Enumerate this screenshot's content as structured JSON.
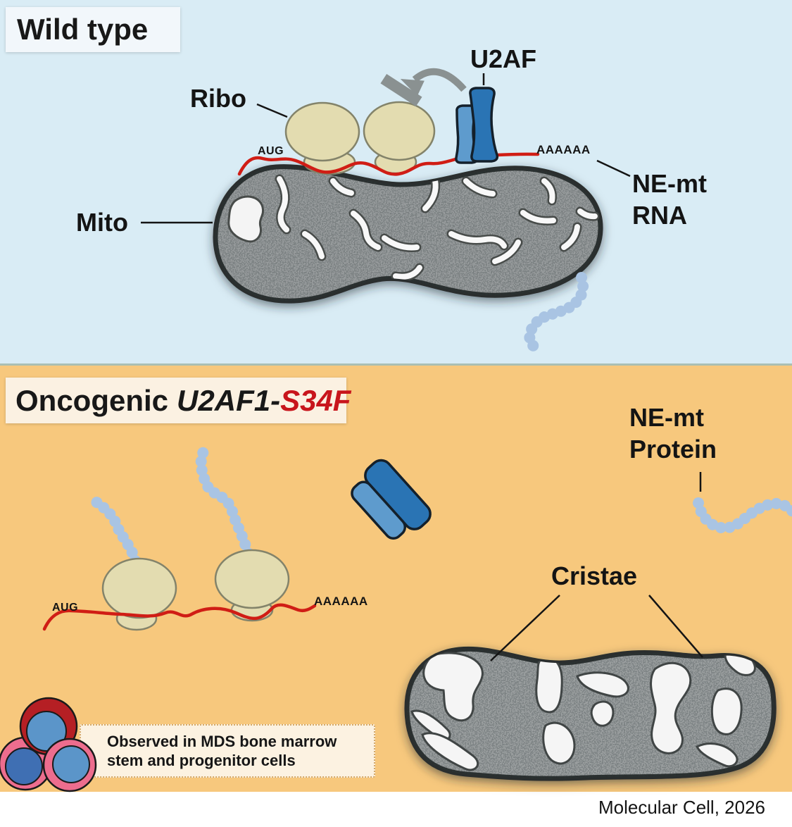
{
  "wild_type_panel": {
    "title": "Wild type",
    "labels": {
      "ribosome": "Ribo",
      "u2af": "U2AF",
      "mito": "Mito",
      "start_codon": "AUG",
      "poly_a": "AAAAAA",
      "ne_mt_rna_line1": "NE-mt",
      "ne_mt_rna_line2": "RNA"
    }
  },
  "mutant_panel": {
    "title_prefix": "Oncogenic",
    "title_gene": "U2AF1-",
    "title_mutation": "S34F",
    "labels": {
      "ne_mt_protein_line1": "NE-mt",
      "ne_mt_protein_line2": "Protein",
      "cristae": "Cristae",
      "start_codon": "AUG",
      "poly_a": "AAAAAA"
    },
    "badge": {
      "line1": "Observed in MDS bone marrow",
      "line2": "stem and progenitor cells"
    }
  },
  "footer": {
    "credit": "Molecular Cell, 2026"
  },
  "colors": {
    "panel_top_bg": "#d9ecf5",
    "panel_bottom_bg": "#f7c87d",
    "rna_red": "#d01d15",
    "mutation_red": "#c8151c",
    "u2af_dark_blue": "#2a74b4",
    "u2af_light_blue": "#5e9bcd",
    "peptide_bead_blue": "#a9c4e3",
    "ribosome_tan": "#e3dcb0",
    "mitochondrion_gray": "#979b9c",
    "cell_red": "#b51f24",
    "cell_pink": "#ed6d8e",
    "cell_nucleus_blue": "#5b95c9",
    "badge_bg": "#fcf2e1"
  }
}
